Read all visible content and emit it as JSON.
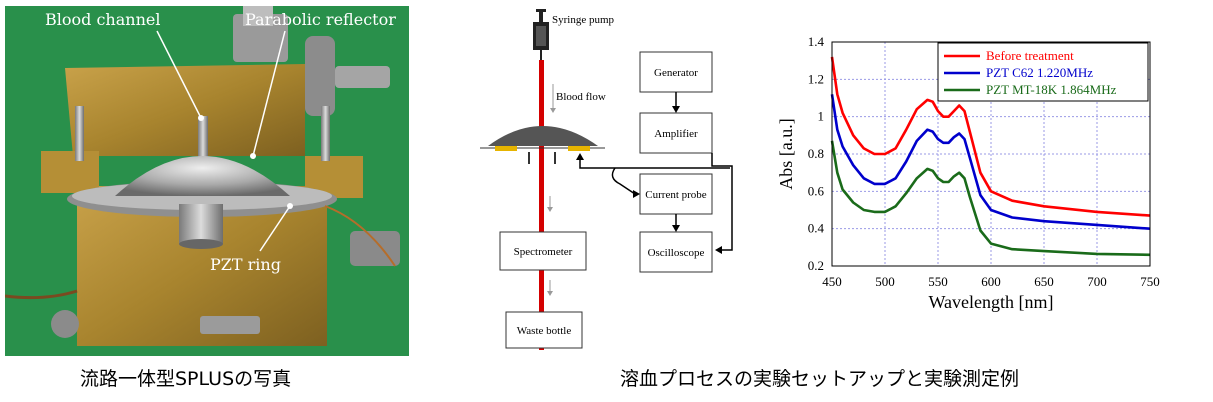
{
  "photo": {
    "labels": {
      "blood_channel": "Blood channel",
      "parabolic_reflector": "Parabolic reflector",
      "pzt_ring": "PZT ring"
    },
    "caption": "流路一体型SPLUSの写真"
  },
  "setup": {
    "syringe_pump": "Syringe pump",
    "blood_flow": "Blood flow",
    "generator": "Generator",
    "amplifier": "Amplifier",
    "current_probe": "Current probe",
    "oscilloscope": "Oscilloscope",
    "spectrometer": "Spectrometer",
    "waste_bottle": "Waste bottle"
  },
  "caption_right": "溶血プロセスの実験セットアップと実験測定例",
  "chart_data": {
    "type": "line",
    "xlabel": "Wavelength [nm]",
    "ylabel": "Abs [a.u.]",
    "xlim": [
      450,
      750
    ],
    "ylim": [
      0.2,
      1.4
    ],
    "xticks": [
      "450",
      "500",
      "550",
      "600",
      "650",
      "700",
      "750"
    ],
    "yticks": [
      "0.2",
      "0.4",
      "0.6",
      "0.8",
      "1",
      "1.2",
      "1.4"
    ],
    "grid": true,
    "legend_position": "top-right",
    "x": [
      450,
      455,
      460,
      470,
      480,
      490,
      500,
      510,
      520,
      530,
      540,
      545,
      550,
      555,
      560,
      565,
      570,
      575,
      580,
      590,
      600,
      620,
      650,
      700,
      750
    ],
    "series": [
      {
        "name": "Before treatment",
        "color": "#ff0000",
        "values": [
          1.32,
          1.12,
          1.02,
          0.9,
          0.83,
          0.8,
          0.8,
          0.83,
          0.93,
          1.04,
          1.09,
          1.08,
          1.03,
          1.0,
          1.0,
          1.03,
          1.06,
          1.03,
          0.92,
          0.7,
          0.6,
          0.55,
          0.52,
          0.49,
          0.47
        ]
      },
      {
        "name": "PZT C62 1.220MHz",
        "color": "#0000cc",
        "values": [
          1.12,
          0.93,
          0.84,
          0.74,
          0.67,
          0.64,
          0.64,
          0.67,
          0.76,
          0.87,
          0.93,
          0.92,
          0.88,
          0.86,
          0.86,
          0.89,
          0.91,
          0.88,
          0.78,
          0.58,
          0.5,
          0.46,
          0.44,
          0.42,
          0.4
        ]
      },
      {
        "name": "PZT MT-18K 1.864MHz",
        "color": "#1a6b1a",
        "values": [
          0.87,
          0.7,
          0.61,
          0.54,
          0.5,
          0.49,
          0.49,
          0.52,
          0.59,
          0.67,
          0.72,
          0.71,
          0.67,
          0.65,
          0.65,
          0.68,
          0.7,
          0.67,
          0.57,
          0.39,
          0.32,
          0.29,
          0.28,
          0.265,
          0.26
        ]
      }
    ]
  }
}
